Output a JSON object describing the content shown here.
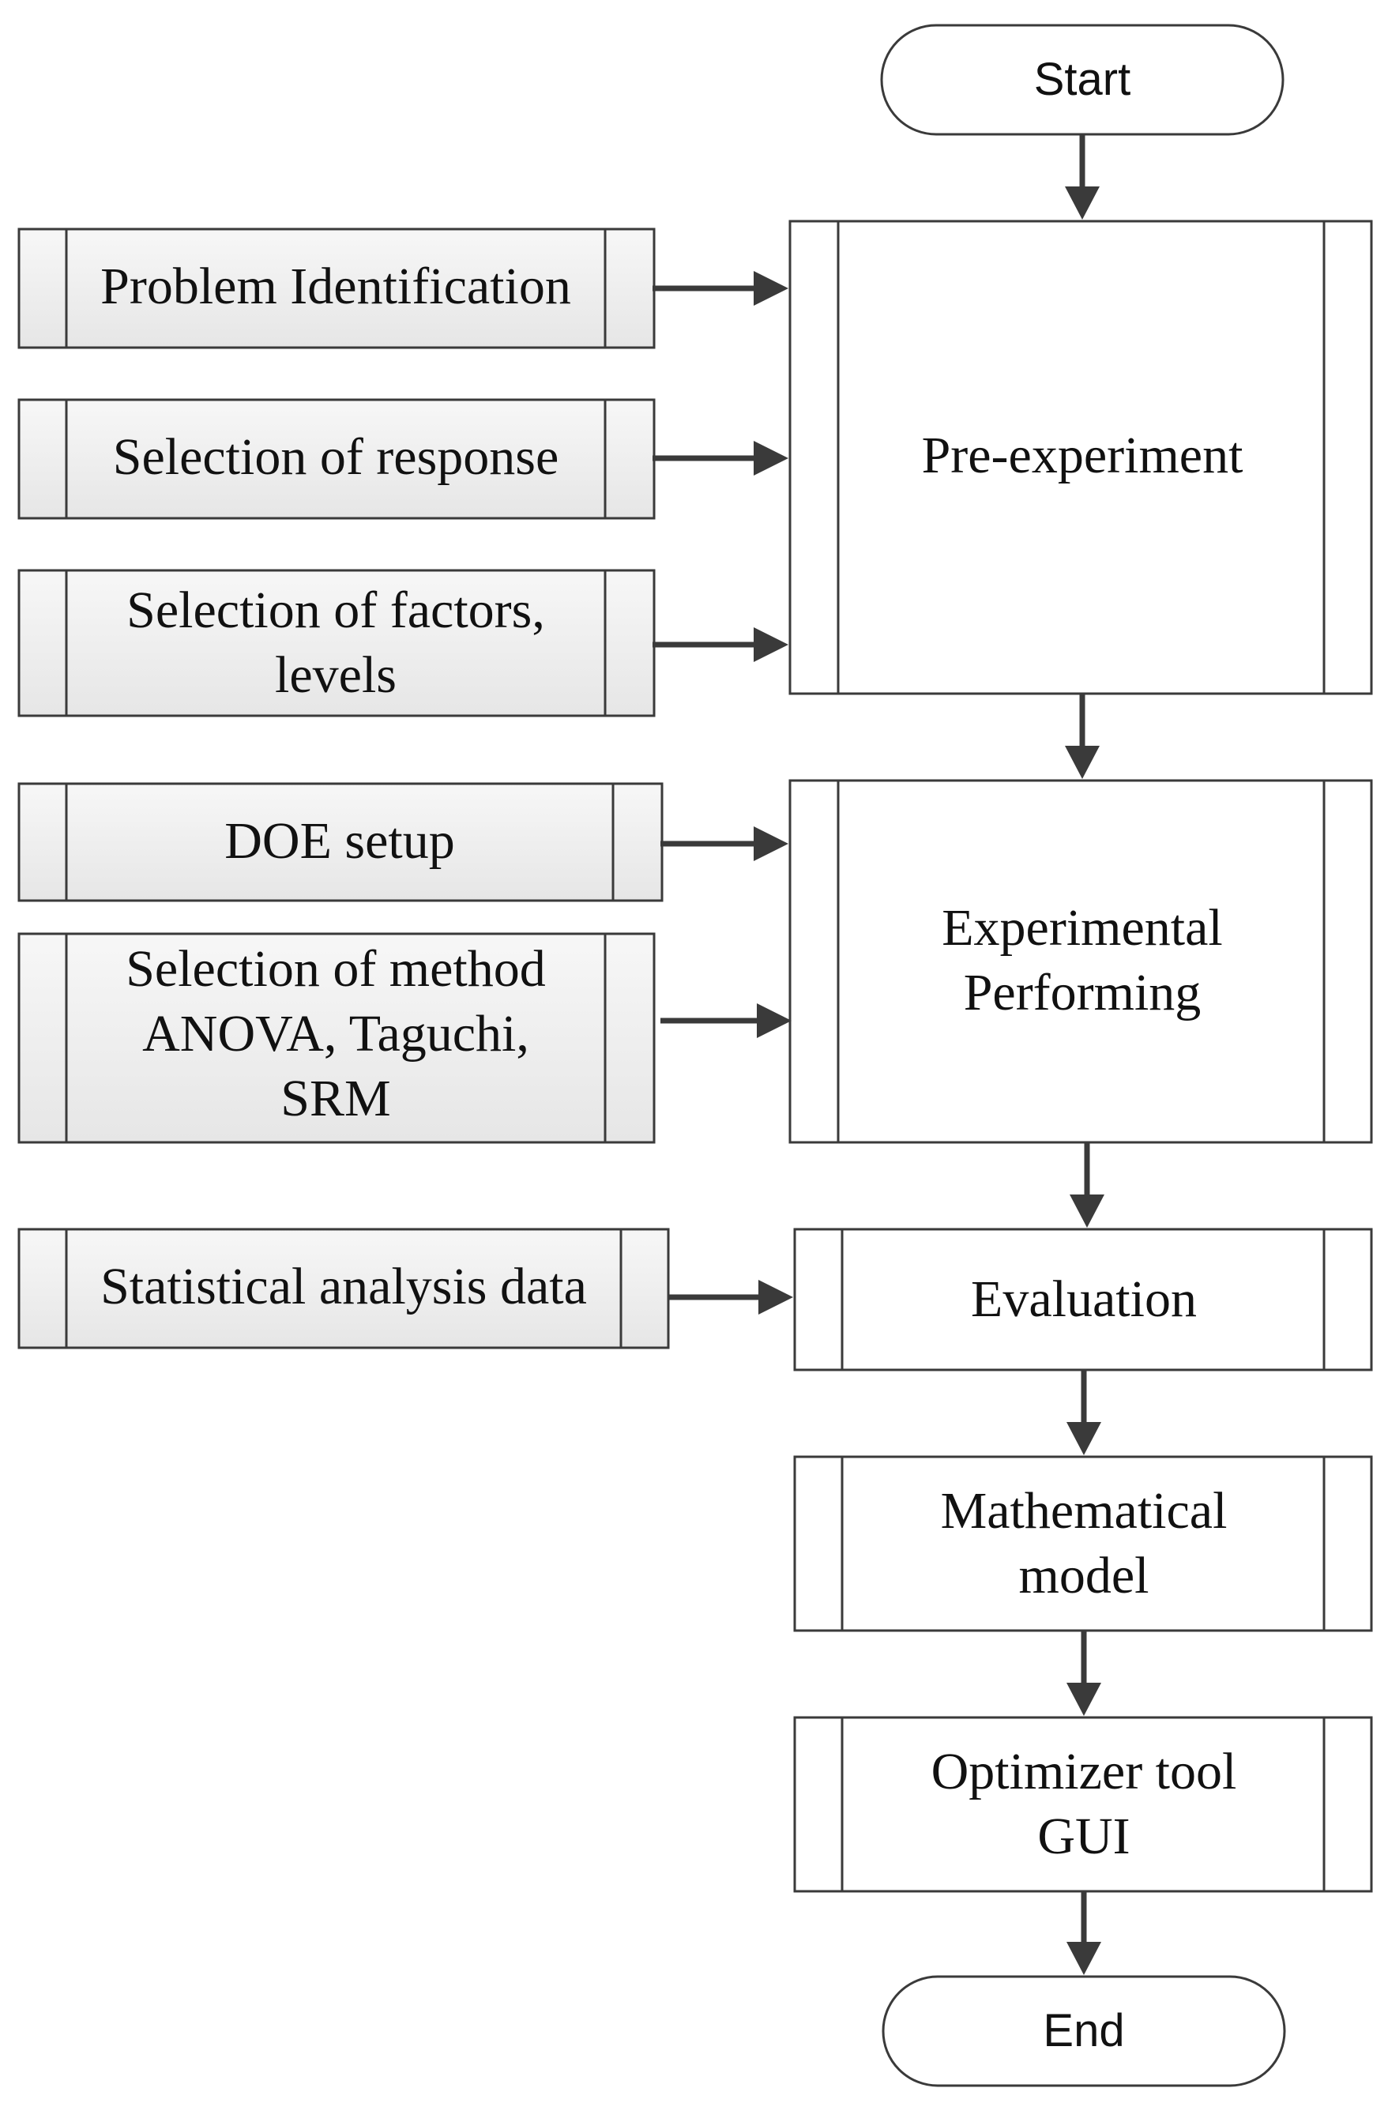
{
  "flow": {
    "start": "Start",
    "pre_experiment": "Pre-experiment",
    "experimental": [
      "Experimental",
      "Performing"
    ],
    "evaluation": "Evaluation",
    "mathematical": [
      "Mathematical",
      "model"
    ],
    "optimizer": [
      "Optimizer tool",
      "GUI"
    ],
    "end": "End"
  },
  "inputs": {
    "problem_identification": "Problem Identification",
    "selection_of_response": "Selection of response",
    "selection_of_factors": [
      "Selection of factors,",
      "levels"
    ],
    "doe_setup": "DOE setup",
    "selection_of_method": [
      "Selection of method",
      "ANOVA, Taguchi,",
      "SRM"
    ],
    "statistical_analysis": "Statistical analysis data"
  }
}
